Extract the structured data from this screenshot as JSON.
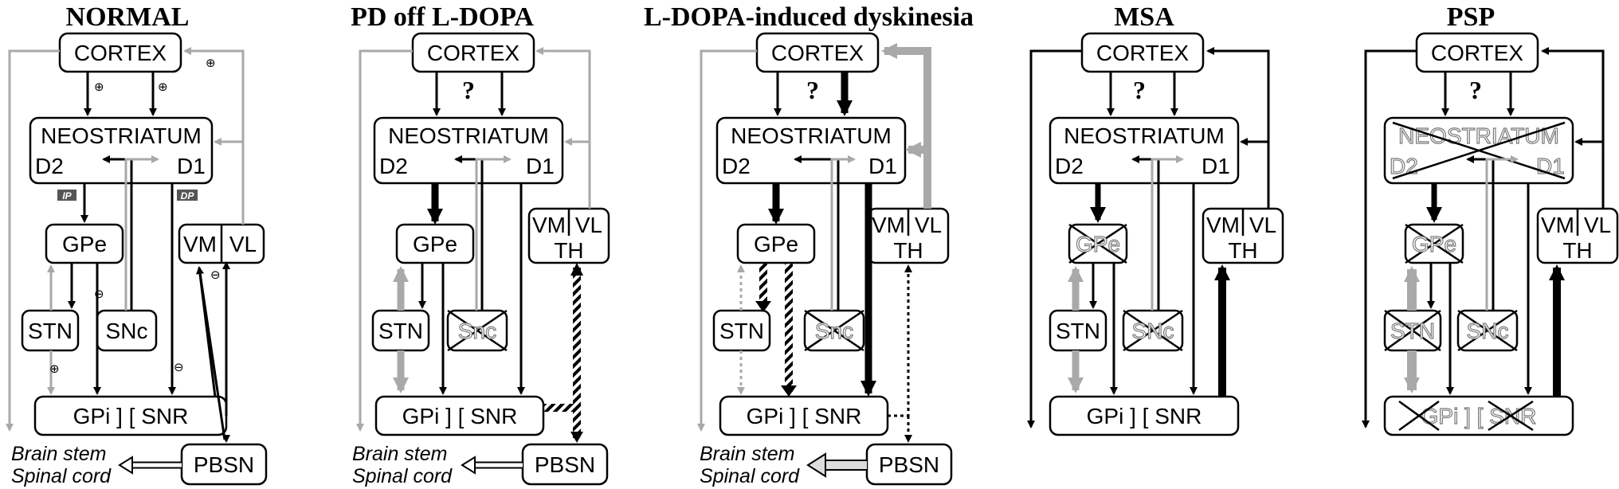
{
  "panels": [
    {
      "title": "NORMAL",
      "cortex": "CORTEX",
      "neostriatum": "NEOSTRIATUM",
      "d2": "D2",
      "d1": "D1",
      "gpe": "GPe",
      "stn": "STN",
      "snc": "SNc",
      "vm": "VM",
      "vl": "VL",
      "gpi_snr": "GPi ] [ SNR",
      "pbsn": "PBSN",
      "output_line1": "Brain stem",
      "output_line2": "Spinal cord",
      "ip_tag": "IP",
      "dp_tag": "DP",
      "plus": "⊕",
      "minus": "⊖"
    },
    {
      "title": "PD off L-DOPA",
      "cortex": "CORTEX",
      "neostriatum": "NEOSTRIATUM",
      "d2": "D2",
      "d1": "D1",
      "gpe": "GPe",
      "stn": "STN",
      "snc": "Snc",
      "vm": "VM",
      "vl": "VL",
      "th": "TH",
      "gpi_snr": "GPi ] [ SNR",
      "pbsn": "PBSN",
      "output_line1": "Brain stem",
      "output_line2": "Spinal cord",
      "question": "?"
    },
    {
      "title": "L-DOPA-induced dyskinesia",
      "cortex": "CORTEX",
      "neostriatum": "NEOSTRIATUM",
      "d2": "D2",
      "d1": "D1",
      "gpe": "GPe",
      "stn": "STN",
      "snc": "Snc",
      "vm": "VM",
      "vl": "VL",
      "th": "TH",
      "gpi_snr": "GPi ] [ SNR",
      "pbsn": "PBSN",
      "output_line1": "Brain stem",
      "output_line2": "Spinal cord",
      "question": "?"
    },
    {
      "title": "MSA",
      "cortex": "CORTEX",
      "neostriatum": "NEOSTRIATUM",
      "d2": "D2",
      "d1": "D1",
      "gpe": "GPe",
      "stn": "STN",
      "snc": "SNc",
      "vm": "VM",
      "vl": "VL",
      "th": "TH",
      "gpi_snr": "GPi ] [ SNR",
      "question": "?"
    },
    {
      "title": "PSP",
      "cortex": "CORTEX",
      "neostriatum": "NEOSTRIATUM",
      "d2": "D2",
      "d1": "D1",
      "gpe": "GPe",
      "stn": "STN",
      "snc": "SNc",
      "vm": "VM",
      "vl": "VL",
      "th": "TH",
      "gpi_snr": "GPi ] [ SNR",
      "question": "?"
    }
  ],
  "colors": {
    "black_pathway": "#000000",
    "gray_pathway": "#a9a9a9",
    "tag_fill": "#555555"
  }
}
